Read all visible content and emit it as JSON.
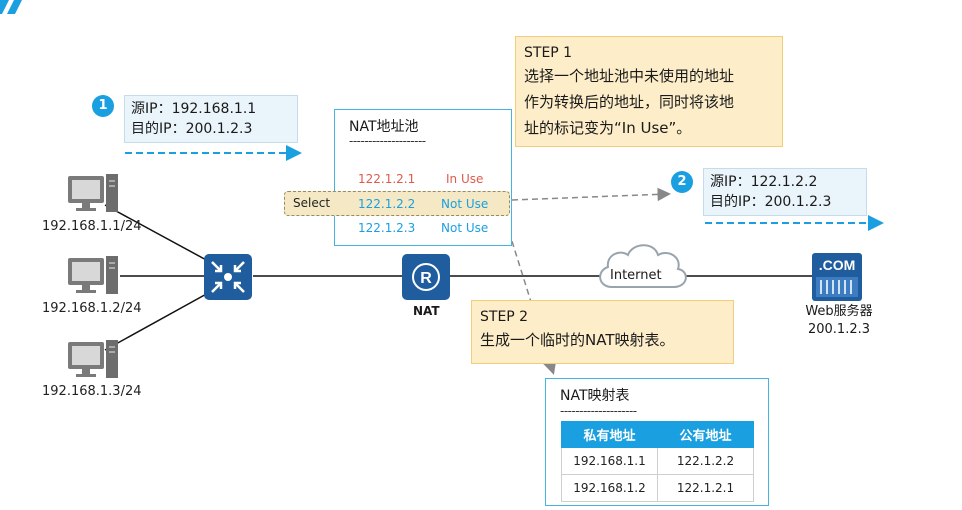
{
  "hosts": [
    {
      "ip": "192.168.1.1/24"
    },
    {
      "ip": "192.168.1.2/24"
    },
    {
      "ip": "192.168.1.3/24"
    }
  ],
  "packet1": {
    "badge": "1",
    "src": "源IP：192.168.1.1",
    "dst": "目的IP：200.1.2.3"
  },
  "packet2": {
    "badge": "2",
    "src": "源IP：122.1.2.2",
    "dst": "目的IP：200.1.2.3"
  },
  "nat_pool": {
    "title": "NAT地址池",
    "separator": "--------------------",
    "select_label": "Select",
    "entries": [
      {
        "addr": "122.1.2.1",
        "status": "In Use"
      },
      {
        "addr": "122.1.2.2",
        "status": "Not Use"
      },
      {
        "addr": "122.1.2.3",
        "status": "Not Use"
      }
    ]
  },
  "step1": {
    "title": "STEP 1",
    "line1": "选择一个地址池中未使用的地址",
    "line2": "作为转换后的地址，同时将该地",
    "line3": "址的标记变为“In Use”。"
  },
  "step2": {
    "title": "STEP 2",
    "line1": "生成一个临时的NAT映射表。"
  },
  "nat_map": {
    "title": "NAT映射表",
    "separator": "--------------------",
    "headers": [
      "私有地址",
      "公有地址"
    ],
    "rows": [
      [
        "192.168.1.1",
        "122.1.2.2"
      ],
      [
        "192.168.1.2",
        "122.1.2.1"
      ]
    ]
  },
  "router": {
    "label": "NAT",
    "glyph": "R"
  },
  "cloud": {
    "label": "Internet"
  },
  "server": {
    "badge": ".COM",
    "label": "Web服务器",
    "ip": "200.1.2.3"
  },
  "colors": {
    "accent": "#1a9fe0",
    "device": "#1f5d9e",
    "in_use": "#e05a4c",
    "not_use": "#1a9fe0",
    "step_bg": "#fdeec9",
    "info_bg": "#eaf4fb"
  }
}
